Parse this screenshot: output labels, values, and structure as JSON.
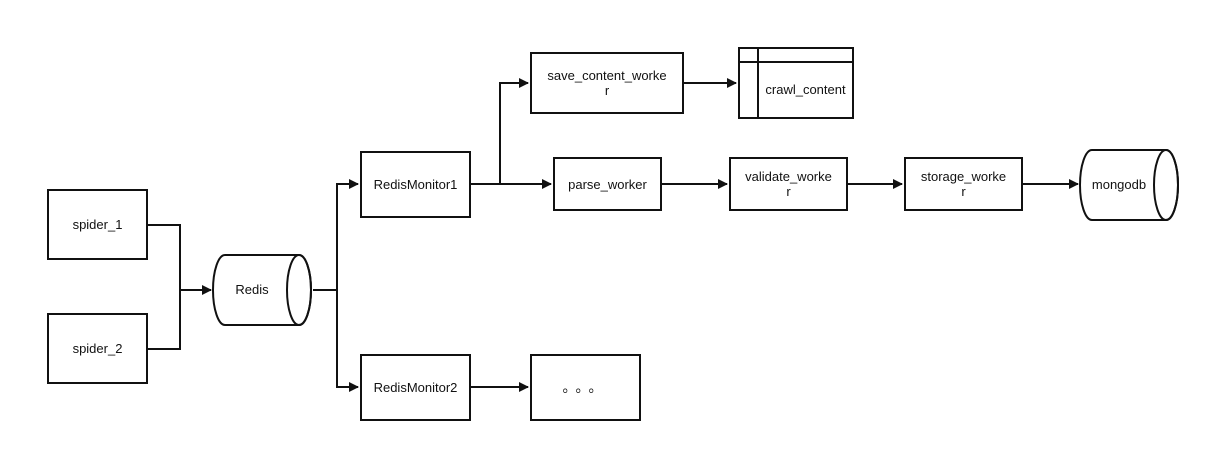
{
  "nodes": {
    "spider_1": "spider_1",
    "spider_2": "spider_2",
    "redis": "Redis",
    "redis_monitor_1": "RedisMonitor1",
    "redis_monitor_2": "RedisMonitor2",
    "save_content_worker": "save_content_worke\nr",
    "crawl_content": "crawl_content",
    "parse_worker": "parse_worker",
    "validate_worker": "validate_worke\nr",
    "storage_worker": "storage_worke\nr",
    "mongodb": "mongodb",
    "ellipsis": "。。。"
  },
  "colors": {
    "stroke": "#111111",
    "fill": "#ffffff"
  }
}
